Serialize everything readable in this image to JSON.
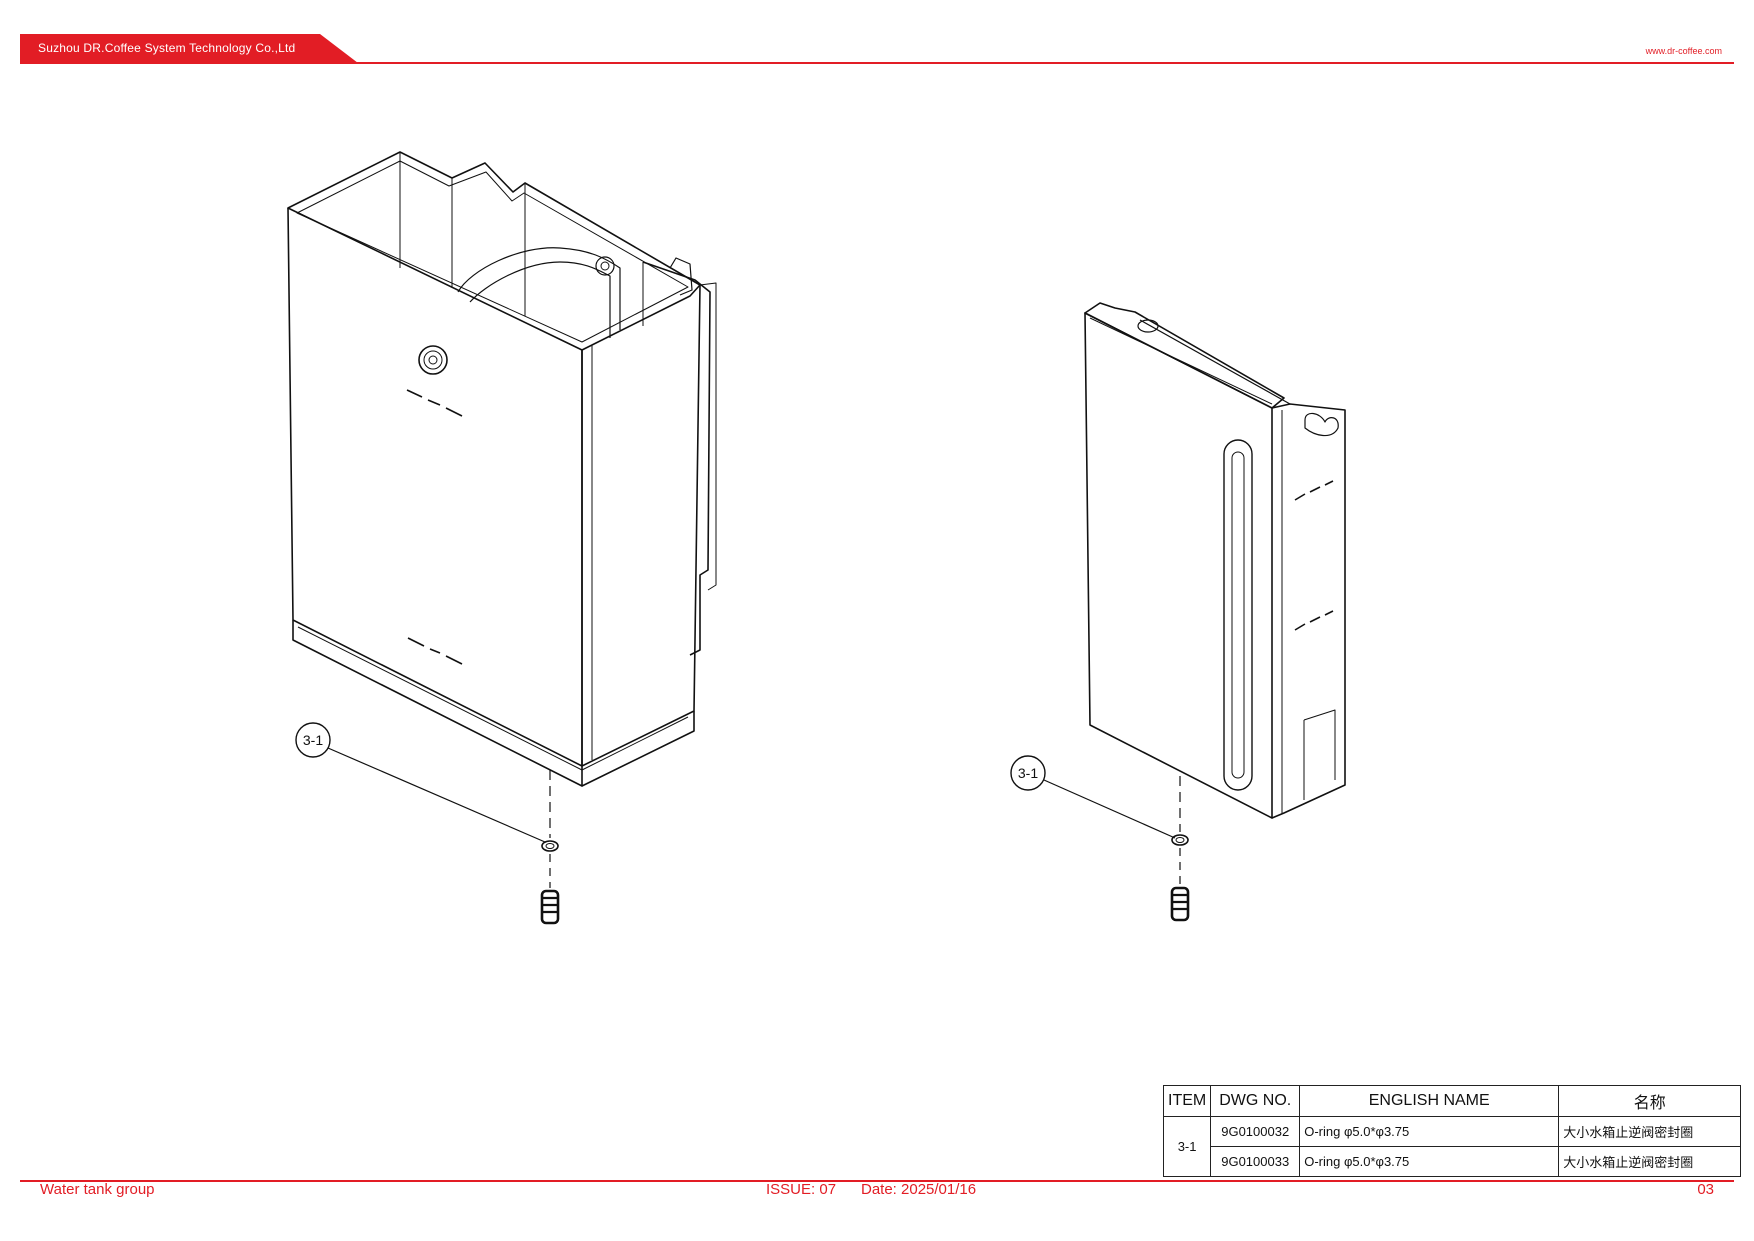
{
  "header": {
    "company": "Suzhou DR.Coffee System Technology Co.,Ltd",
    "website": "www.dr-coffee.com",
    "accent_color": "#e21d25"
  },
  "drawing": {
    "callouts": [
      "3-1",
      "3-1"
    ]
  },
  "bom": {
    "headers": {
      "item": "ITEM",
      "dwg": "DWG NO.",
      "english": "ENGLISH NAME",
      "chinese": "名称"
    },
    "item_label": "3-1",
    "rows": [
      {
        "dwg": "9G0100032",
        "english": "O-ring φ5.0*φ3.75",
        "chinese": "大小水箱止逆阀密封圈"
      },
      {
        "dwg": "9G0100033",
        "english": "O-ring φ5.0*φ3.75",
        "chinese": "大小水箱止逆阀密封圈"
      }
    ]
  },
  "footer": {
    "title": "Water tank group",
    "issue": "ISSUE:  07",
    "date": "Date:  2025/01/16",
    "page": "03"
  }
}
